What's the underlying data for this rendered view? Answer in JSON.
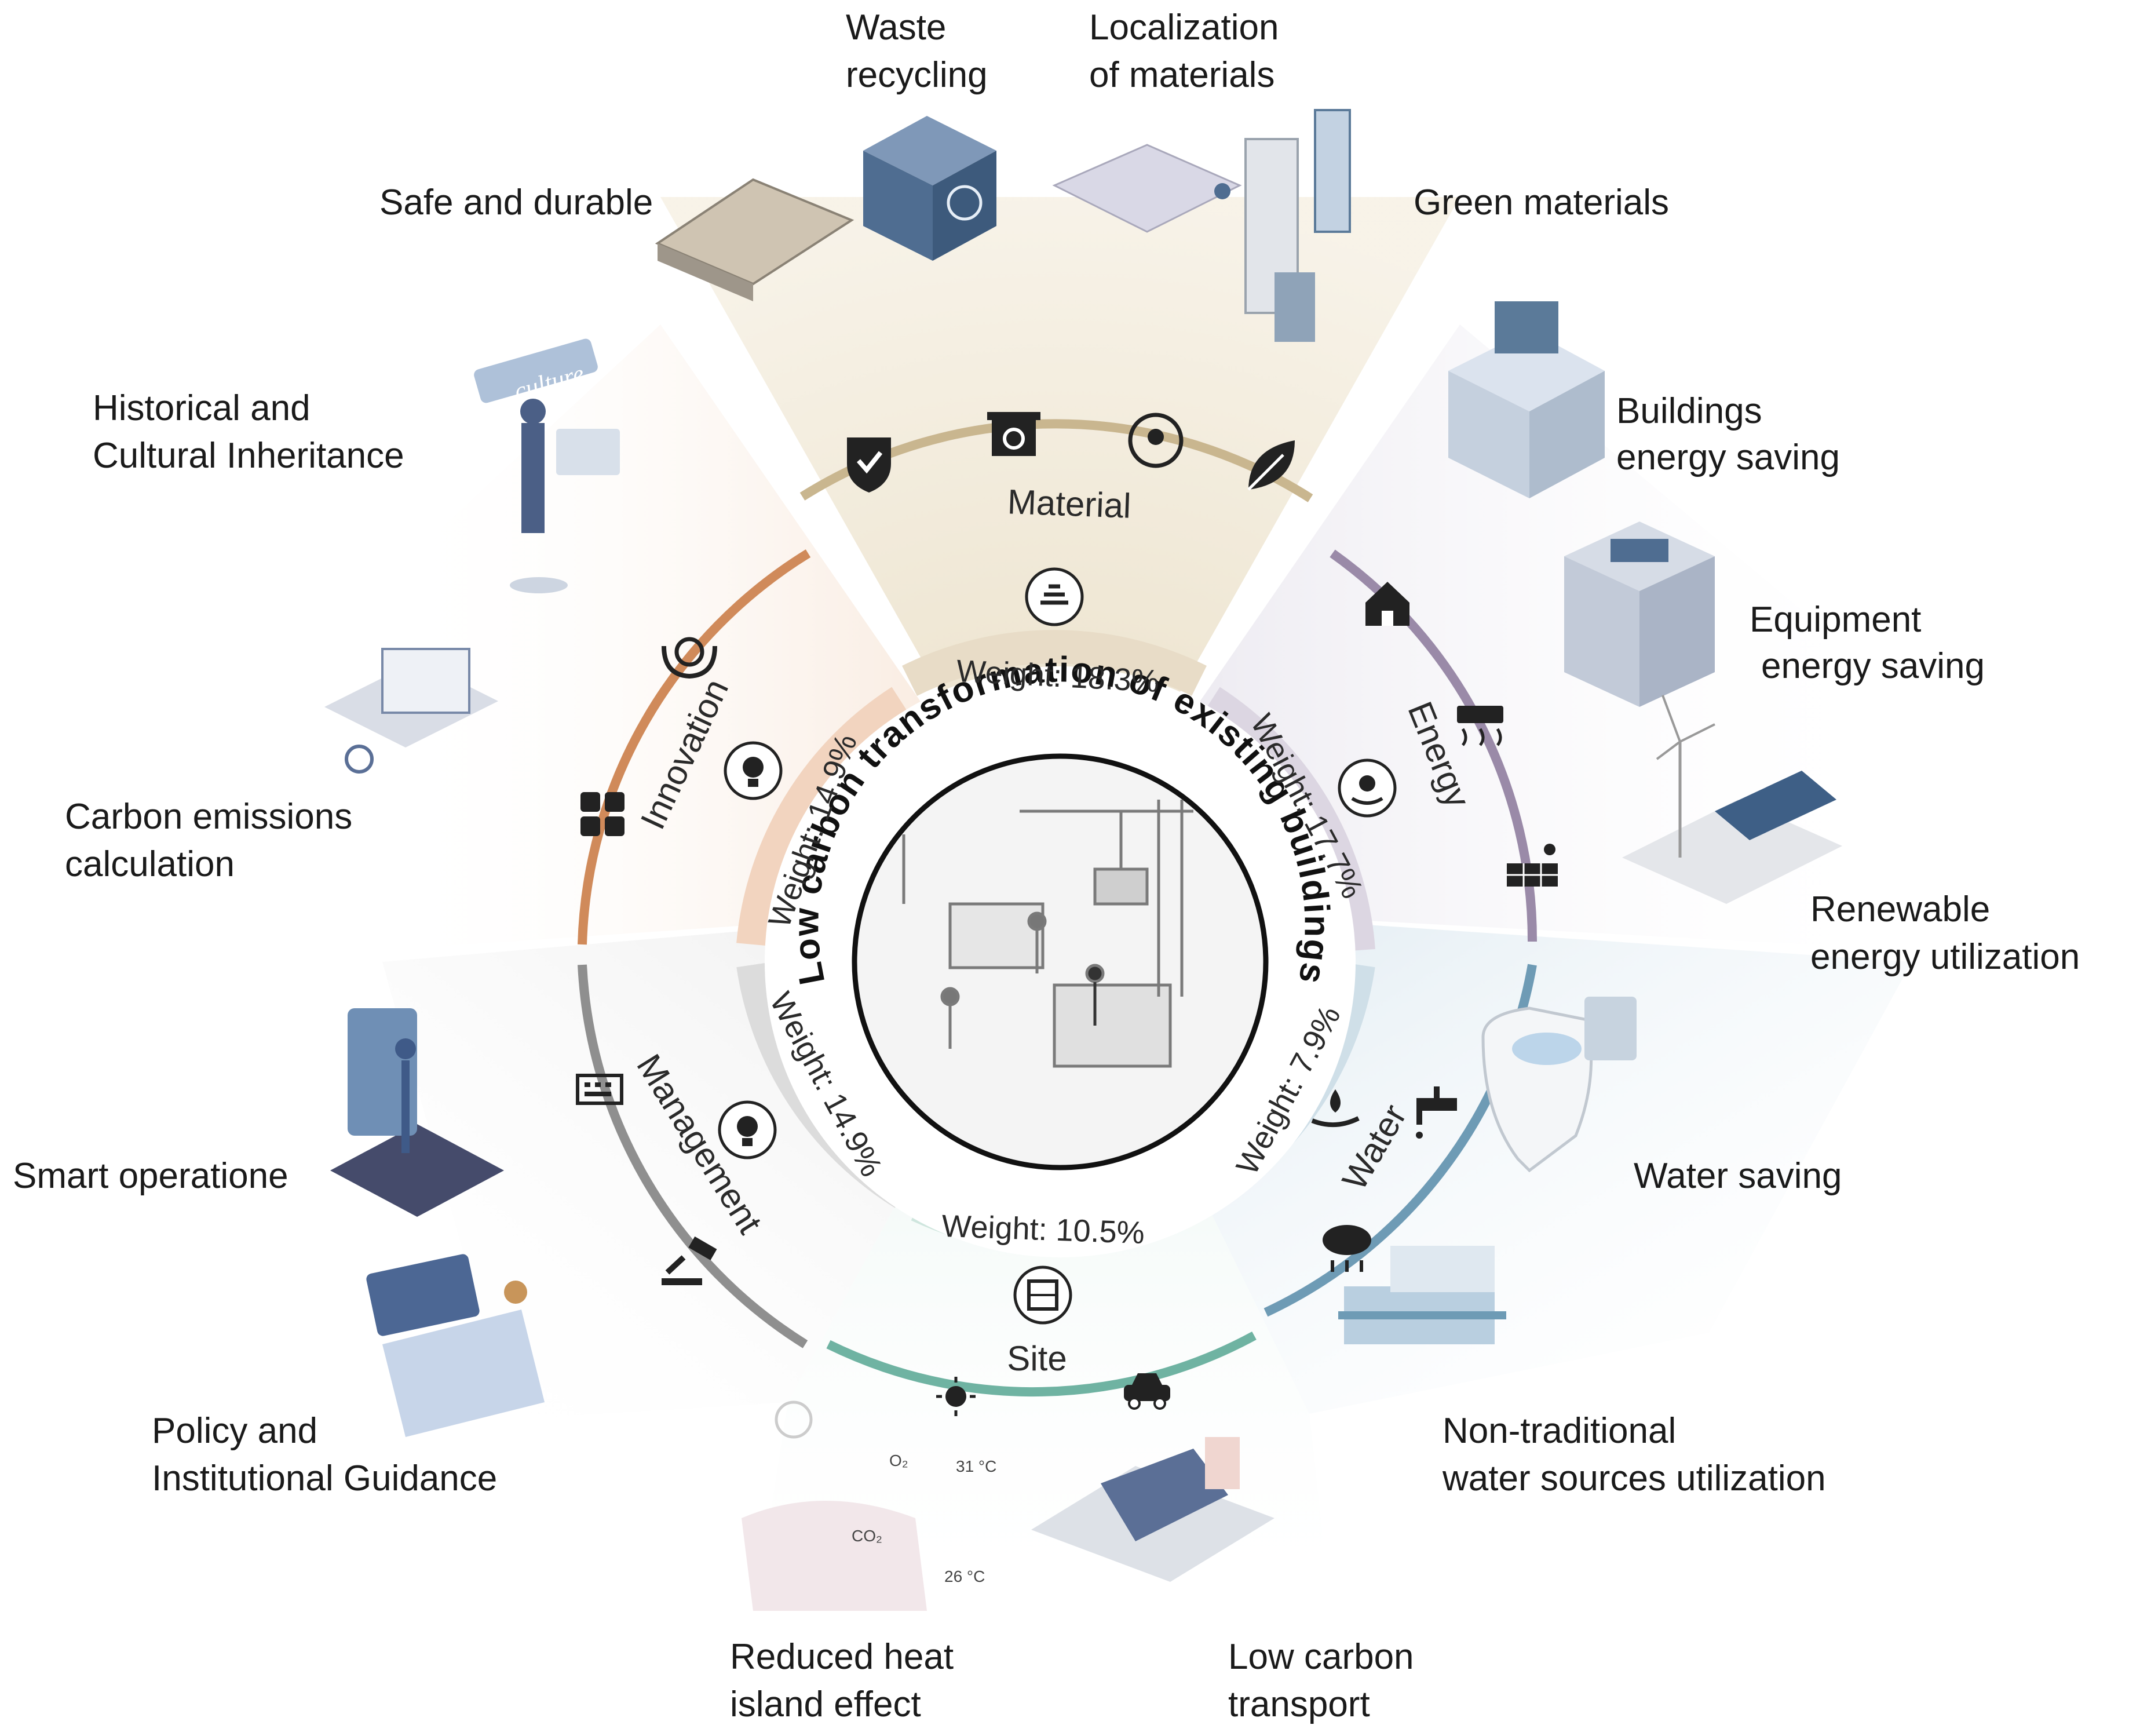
{
  "diagram": {
    "center_title": "Low carbon transformation of existing buildings",
    "categories": [
      {
        "id": "material",
        "label": "Material",
        "weight_label": "Weight: 18.3%",
        "weight": 18.3,
        "color": "#c9b68f",
        "sector_color": "#efe7d6",
        "weight_color": "#e8dcc7"
      },
      {
        "id": "energy",
        "label": "Energy",
        "weight_label": "Weight: 17.7%",
        "weight": 17.7,
        "color": "#9a8aa8",
        "sector_color": "#ebe8ef",
        "weight_color": "#dcd6e2"
      },
      {
        "id": "water",
        "label": "Water",
        "weight_label": "Weight: 7.9%",
        "weight": 7.9,
        "color": "#6e9bb5",
        "sector_color": "#e3edf3",
        "weight_color": "#cfdfe8"
      },
      {
        "id": "site",
        "label": "Site",
        "weight_label": "Weight: 10.5%",
        "weight": 10.5,
        "color": "#6fb3a2",
        "sector_color": "#e6f2ee",
        "weight_color": "#cfe6de"
      },
      {
        "id": "management",
        "label": "Management",
        "weight_label": "Weight: 14.9%",
        "weight": 14.9,
        "color": "#8f8f8f",
        "sector_color": "#f0f0f0",
        "weight_color": "#dcdcdc"
      },
      {
        "id": "innovation",
        "label": "Innovation",
        "weight_label": "Weight: 14.9%",
        "weight": 14.9,
        "color": "#d08a5a",
        "sector_color": "#f8eadf",
        "weight_color": "#f2d4bf"
      }
    ],
    "items": {
      "safe_durable": "Safe and durable",
      "waste_recycling_1": "Waste",
      "waste_recycling_2": "recycling",
      "localization_1": "Localization",
      "localization_2": "of materials",
      "green_materials": "Green  materials",
      "buildings_energy_1": "Buildings",
      "buildings_energy_2": "energy saving",
      "equipment_energy_1": "Equipment",
      "equipment_energy_2": "energy saving",
      "renewable_1": "Renewable",
      "renewable_2": "energy utilization",
      "water_saving": "Water saving",
      "nontraditional_1": "Non-traditional",
      "nontraditional_2": "water sources utilization",
      "low_carbon_transport_1": "Low carbon",
      "low_carbon_transport_2": "transport",
      "heat_island_1": "Reduced heat",
      "heat_island_2": "island effect",
      "policy_1": "Policy and",
      "policy_2": "Institutional Guidance",
      "smart_operation": "Smart operatione",
      "carbon_calc_1": "Carbon emissions",
      "carbon_calc_2": "calculation",
      "historical_1": "Historical and",
      "historical_2": "Cultural Inheritance"
    },
    "illustration_text": {
      "culture_sign": "culture",
      "temp_high": "31 °C",
      "temp_low": "26 °C",
      "co2": "CO₂",
      "o2": "O₂"
    },
    "icons": [
      "shield-check-icon",
      "recycle-bin-icon",
      "location-globe-icon",
      "leaf-icon",
      "house-icon",
      "air-conditioner-icon",
      "solar-panel-icon",
      "faucet-icon",
      "rain-cloud-icon",
      "car-icon",
      "heat-sun-icon",
      "gavel-icon",
      "keyboard-icon",
      "calculator-icon",
      "heritage-hand-icon",
      "materials-stack-icon",
      "energy-bulb-hand-icon",
      "water-drop-hand-icon",
      "site-map-icon",
      "lightbulb-icon"
    ]
  }
}
